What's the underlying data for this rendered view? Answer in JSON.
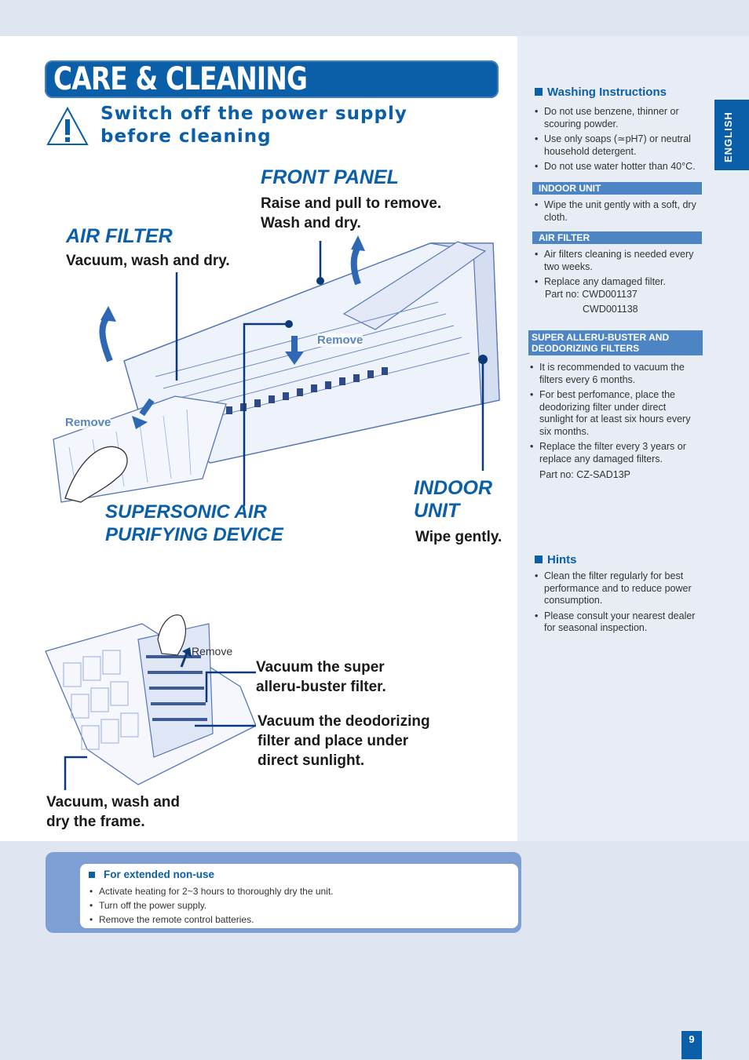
{
  "title": "CARE & CLEANING",
  "warning": {
    "line1": "Switch off the power supply",
    "line2": "before cleaning"
  },
  "front_panel": {
    "heading": "FRONT PANEL",
    "line1": "Raise and pull to remove.",
    "line2": "Wash and dry."
  },
  "air_filter": {
    "heading": "AIR FILTER",
    "sub": "Vacuum, wash and dry."
  },
  "remove_labels": [
    "Remove",
    "Remove",
    "Remove"
  ],
  "supersonic": {
    "line1": "SUPERSONIC AIR",
    "line2": "PURIFYING DEVICE"
  },
  "indoor_unit": {
    "line1": "INDOOR",
    "line2": "UNIT",
    "sub": "Wipe gently."
  },
  "filter_steps": {
    "super_line1": "Vacuum the super",
    "super_line2": "alleru-buster filter.",
    "deo_line1": "Vacuum the deodorizing",
    "deo_line2": "filter and place under",
    "deo_line3": "direct sunlight.",
    "frame_line1": "Vacuum, wash and",
    "frame_line2": "dry the frame."
  },
  "right": {
    "washing_heading": "Washing Instructions",
    "washing_items": [
      "Do not use benzene, thinner or scouring powder.",
      "Use only soaps (≃pH7) or neutral household detergent.",
      "Do not use water hotter than 40°C."
    ],
    "indoor_bar": "INDOOR UNIT",
    "indoor_items": [
      "Wipe the unit gently with a soft, dry cloth."
    ],
    "airfilter_bar": "AIR FILTER",
    "airfilter_items": [
      "Air filters cleaning is needed every two weeks.",
      "Replace any damaged filter."
    ],
    "airfilter_part1": "Part no: CWD001137",
    "airfilter_part2": "CWD001138",
    "super_bar1": "SUPER ALLERU-BUSTER AND",
    "super_bar2": "DEODORIZING FILTERS",
    "super_items": [
      "It is recommended to vacuum the filters every 6 months.",
      "For best perfomance, place the deodorizing filter under direct sunlight for at least six hours every six months.",
      "Replace the filter every 3 years or replace any damaged filters."
    ],
    "super_part": "Part no: CZ-SAD13P",
    "hints_heading": "Hints",
    "hints_items": [
      "Clean the filter regularly for best performance and to reduce power consumption.",
      "Please consult your nearest dealer for seasonal inspection."
    ]
  },
  "language_tab": "ENGLISH",
  "extended": {
    "heading": "For extended non-use",
    "items": [
      "Activate heating for 2~3 hours to thoroughly dry the unit.",
      "Turn off the power supply.",
      "Remove the remote control batteries."
    ]
  },
  "page_number": "9",
  "colors": {
    "brand_blue": "#0b5ea8",
    "bar_blue": "#4c84c4",
    "box_blue": "#7d9fd3"
  }
}
